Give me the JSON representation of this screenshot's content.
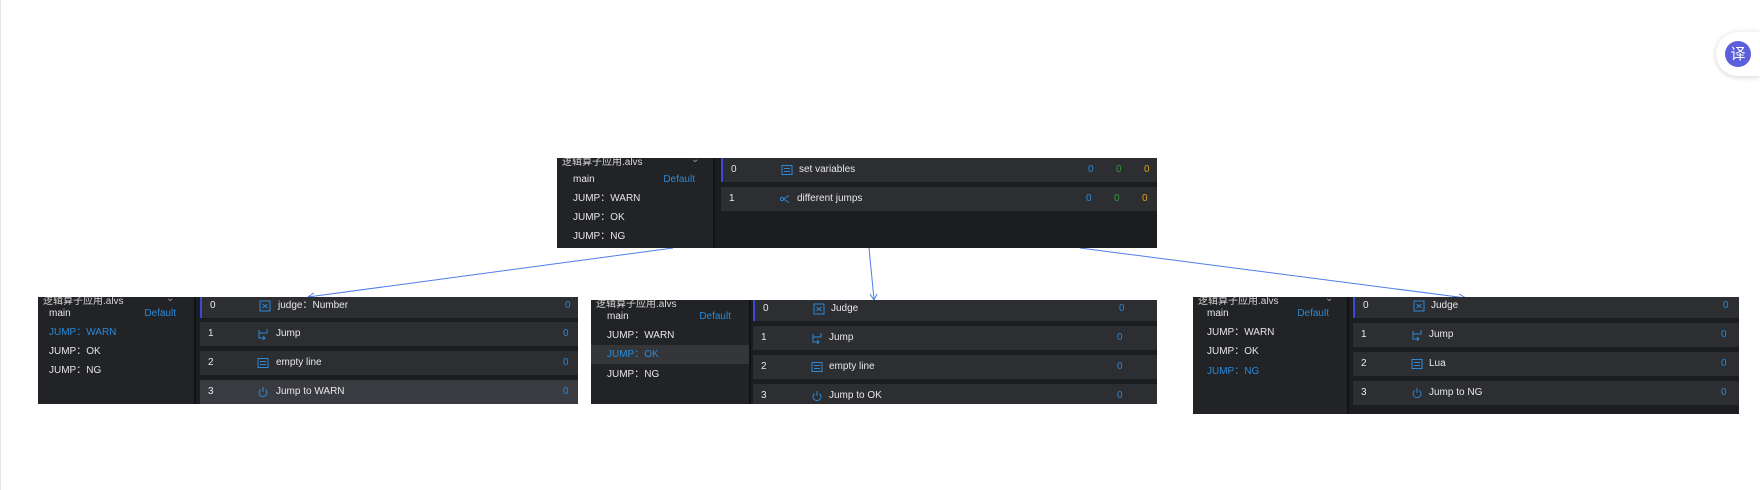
{
  "translate_button": {
    "label": "译"
  },
  "panels": [
    {
      "name": "top",
      "title": "逻辑算子应用.alvs",
      "menu": [
        {
          "label": "main",
          "tag": "Default",
          "selected": true,
          "blue": true
        },
        {
          "label": "JUMP：WARN",
          "tag": "",
          "selected": false,
          "blue": false
        },
        {
          "label": "JUMP：OK",
          "tag": "",
          "selected": false,
          "blue": false
        },
        {
          "label": "JUMP：NG",
          "tag": "",
          "selected": false,
          "blue": false
        }
      ],
      "rows": [
        {
          "index": "0",
          "icon": "list-icon",
          "label": "set variables",
          "values": [
            "0",
            "0",
            "0"
          ],
          "highlight": false
        },
        {
          "index": "1",
          "icon": "branch-icon",
          "label": "different jumps",
          "values": [
            "0",
            "0",
            "0"
          ],
          "highlight": false
        }
      ]
    },
    {
      "name": "bottom-left",
      "title": "逻辑算子应用.alvs",
      "menu": [
        {
          "label": "main",
          "tag": "Default",
          "selected": false,
          "blue": false
        },
        {
          "label": "JUMP：WARN",
          "tag": "",
          "selected": false,
          "blue": true
        },
        {
          "label": "JUMP：OK",
          "tag": "",
          "selected": false,
          "blue": false
        },
        {
          "label": "JUMP：NG",
          "tag": "",
          "selected": false,
          "blue": false
        }
      ],
      "rows": [
        {
          "index": "0",
          "icon": "judge-icon",
          "label": "judge：Number",
          "values": [
            "0"
          ],
          "highlight": false
        },
        {
          "index": "1",
          "icon": "jump-icon",
          "label": "Jump",
          "values": [
            "0"
          ],
          "highlight": false
        },
        {
          "index": "2",
          "icon": "list-icon",
          "label": "empty line",
          "values": [
            "0"
          ],
          "highlight": false
        },
        {
          "index": "3",
          "icon": "power-icon",
          "label": "Jump to WARN",
          "values": [
            "0"
          ],
          "highlight": true
        }
      ]
    },
    {
      "name": "bottom-middle",
      "title": "逻辑算子应用.alvs",
      "menu": [
        {
          "label": "main",
          "tag": "Default",
          "selected": false,
          "blue": false
        },
        {
          "label": "JUMP：WARN",
          "tag": "",
          "selected": false,
          "blue": false
        },
        {
          "label": "JUMP：OK",
          "tag": "",
          "selected": true,
          "blue": true
        },
        {
          "label": "JUMP：NG",
          "tag": "",
          "selected": false,
          "blue": false
        }
      ],
      "rows": [
        {
          "index": "0",
          "icon": "judge-icon",
          "label": "Judge",
          "values": [
            "0"
          ],
          "highlight": false
        },
        {
          "index": "1",
          "icon": "jump-icon",
          "label": "Jump",
          "values": [
            "0"
          ],
          "highlight": false
        },
        {
          "index": "2",
          "icon": "list-icon",
          "label": "empty line",
          "values": [
            "0"
          ],
          "highlight": false
        },
        {
          "index": "3",
          "icon": "power-icon",
          "label": "Jump to OK",
          "values": [
            "0"
          ],
          "highlight": false
        }
      ]
    },
    {
      "name": "bottom-right",
      "title": "逻辑算子应用.alvs",
      "menu": [
        {
          "label": "main",
          "tag": "Default",
          "selected": false,
          "blue": false
        },
        {
          "label": "JUMP：WARN",
          "tag": "",
          "selected": false,
          "blue": false
        },
        {
          "label": "JUMP：OK",
          "tag": "",
          "selected": false,
          "blue": false
        },
        {
          "label": "JUMP：NG",
          "tag": "",
          "selected": false,
          "blue": true
        }
      ],
      "rows": [
        {
          "index": "0",
          "icon": "judge-icon",
          "label": "Judge",
          "values": [
            "0"
          ],
          "highlight": false
        },
        {
          "index": "1",
          "icon": "jump-icon",
          "label": "Jump",
          "values": [
            "0"
          ],
          "highlight": false
        },
        {
          "index": "2",
          "icon": "list-icon",
          "label": "Lua",
          "values": [
            "0"
          ],
          "highlight": false
        },
        {
          "index": "3",
          "icon": "power-icon",
          "label": "Jump to NG",
          "values": [
            "0"
          ],
          "highlight": false
        }
      ]
    }
  ]
}
